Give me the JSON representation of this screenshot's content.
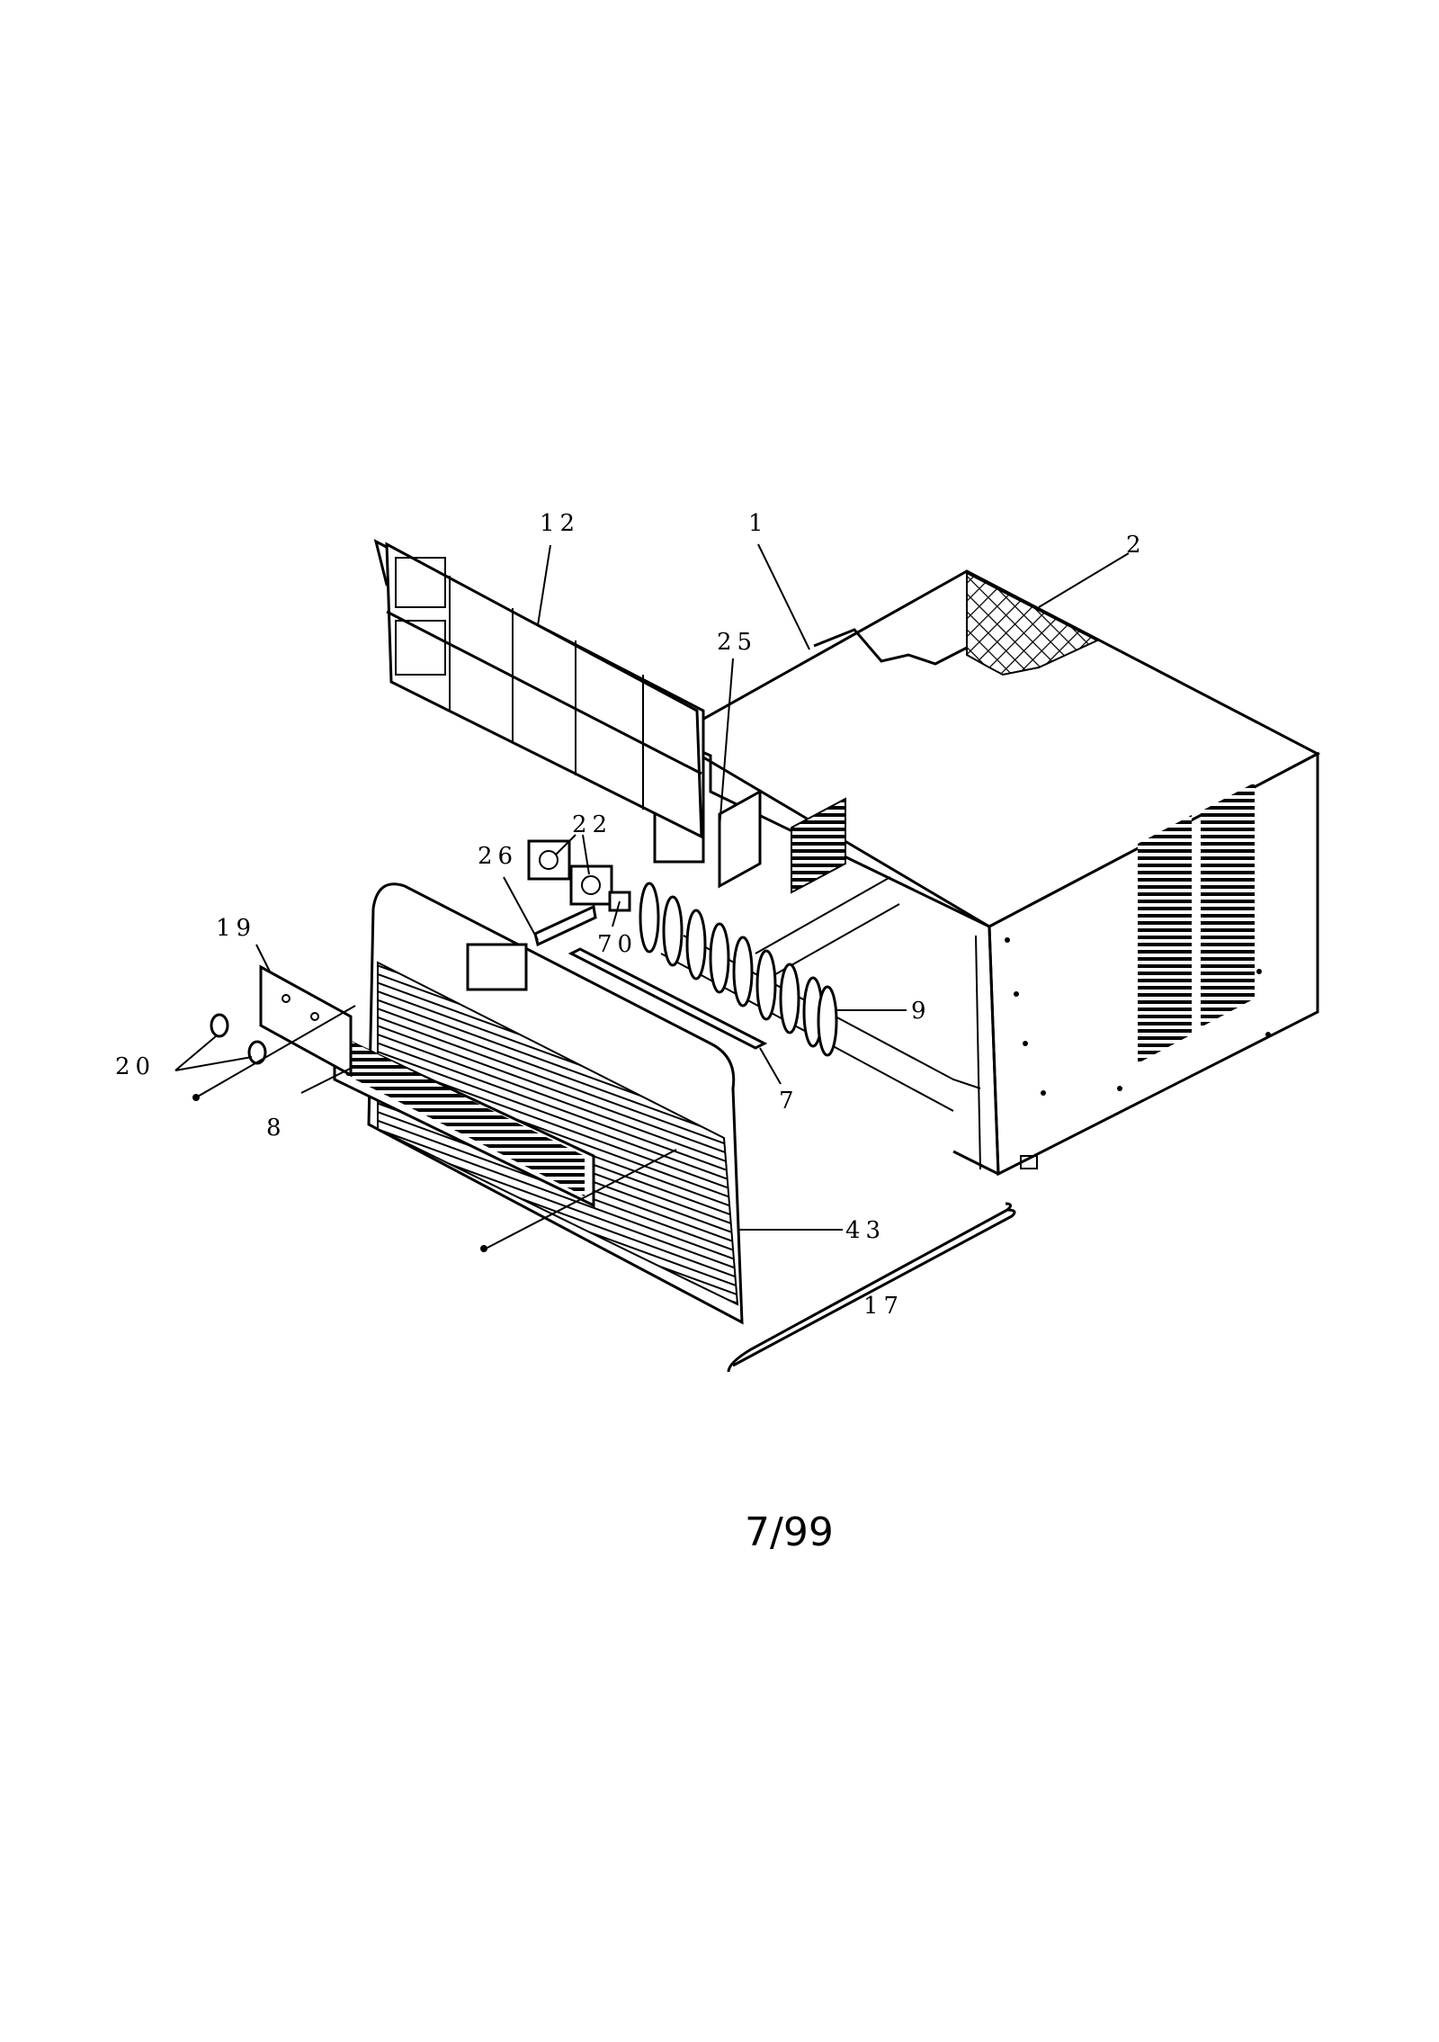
{
  "callouts": {
    "c12": "12",
    "c1": "1",
    "c2": "2",
    "c25": "25",
    "c22": "22",
    "c26": "26",
    "c70": "70",
    "c19": "19",
    "c9": "9",
    "c20": "20",
    "c7": "7",
    "c8": "8",
    "c43": "43",
    "c17": "17"
  },
  "footer_code": "7/99"
}
